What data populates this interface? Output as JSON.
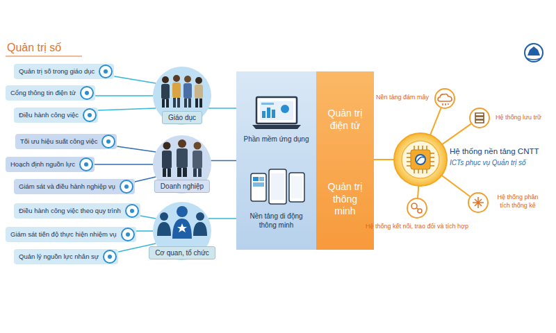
{
  "diagram": {
    "title": "Quản trị số",
    "nodes": [
      {
        "text": [
          "Quản trị số trong giáo dục"
        ]
      },
      {
        "text": [
          "Cổng thông tin điện tử"
        ]
      },
      {
        "text": [
          "Điều hành công việc"
        ]
      },
      {
        "text": [
          "Giáo dục"
        ]
      },
      {
        "text": [
          "Tối ưu hiệu suất công việc"
        ]
      },
      {
        "text": [
          "Hoạch định nguồn lực"
        ]
      },
      {
        "text": [
          "Giám sát và điều hành nghiệp vụ"
        ]
      },
      {
        "text": [
          "Doanh nghiệp"
        ]
      },
      {
        "text": [
          "Điều hành công việc theo quy trình"
        ]
      },
      {
        "text": [
          "Giám sát tiến độ thực hiện nhiệm vụ"
        ]
      },
      {
        "text": [
          "Quản lý nguồn lực nhân sự"
        ]
      },
      {
        "text": [
          "Cơ quan, tổ chức"
        ]
      },
      {
        "text": [
          "Phần mềm ứng dụng",
          "Nền tảng di động thông minh"
        ]
      },
      {
        "text": [
          "Quản trị điện tử",
          "Quản trị thông minh"
        ]
      },
      {
        "text": [
          "Hệ thống nền tảng CNTT",
          "ICTs phục vụ Quản trị số"
        ]
      },
      {
        "text": [
          "Nền tảng đám mây"
        ]
      },
      {
        "text": [
          "Hệ thống lưu trữ"
        ]
      },
      {
        "text": [
          "Hệ thống phân tích thống kê"
        ]
      },
      {
        "text": [
          "Hệ thống kết nối, trao đổi và tích hợp"
        ]
      }
    ],
    "edges": [
      {
        "from": 0,
        "to": 3,
        "arrow": "none"
      },
      {
        "from": 1,
        "to": 3,
        "arrow": "none"
      },
      {
        "from": 2,
        "to": 3,
        "arrow": "none"
      },
      {
        "from": 4,
        "to": 7,
        "arrow": "none"
      },
      {
        "from": 5,
        "to": 7,
        "arrow": "none"
      },
      {
        "from": 6,
        "to": 7,
        "arrow": "none"
      },
      {
        "from": 8,
        "to": 11,
        "arrow": "none"
      },
      {
        "from": 9,
        "to": 11,
        "arrow": "none"
      },
      {
        "from": 10,
        "to": 11,
        "arrow": "none"
      },
      {
        "from": 3,
        "to": 12,
        "arrow": "none"
      },
      {
        "from": 7,
        "to": 12,
        "arrow": "none"
      },
      {
        "from": 11,
        "to": 12,
        "arrow": "none"
      },
      {
        "from": 13,
        "to": 14,
        "arrow": "none"
      },
      {
        "from": 14,
        "to": 15,
        "arrow": "none"
      },
      {
        "from": 14,
        "to": 16,
        "arrow": "none"
      },
      {
        "from": 14,
        "to": 17,
        "arrow": "none"
      },
      {
        "from": 14,
        "to": 18,
        "arrow": "none"
      }
    ]
  }
}
